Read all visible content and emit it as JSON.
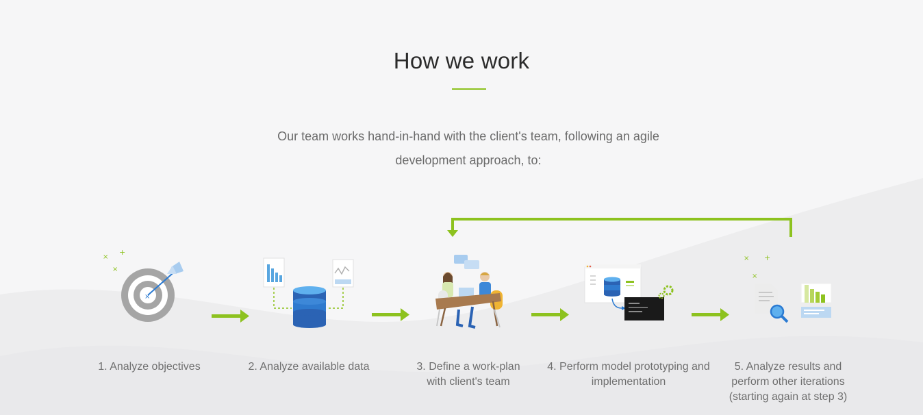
{
  "section": {
    "title": "How we work",
    "intro": "Our team works hand-in-hand with the client's team, following an agile development approach, to:"
  },
  "colors": {
    "accent": "#8dc21f",
    "blue_dark": "#1f5fa8",
    "blue_mid": "#2a7ad2",
    "blue_light": "#a8ccef",
    "gray_target": "#a5a5a5",
    "text": "#6f6f6f"
  },
  "steps": [
    {
      "label": "1. Analyze objectives",
      "icon": "target-icon"
    },
    {
      "label": "2. Analyze available data",
      "icon": "database-icon"
    },
    {
      "label": "3. Define a work-plan with client's team",
      "icon": "team-meeting-icon"
    },
    {
      "label": "4. Perform model prototyping and implementation",
      "icon": "model-prototyping-icon"
    },
    {
      "label": "5. Analyze results and perform other iterations (starting again at step 3)",
      "icon": "results-analysis-icon"
    }
  ]
}
